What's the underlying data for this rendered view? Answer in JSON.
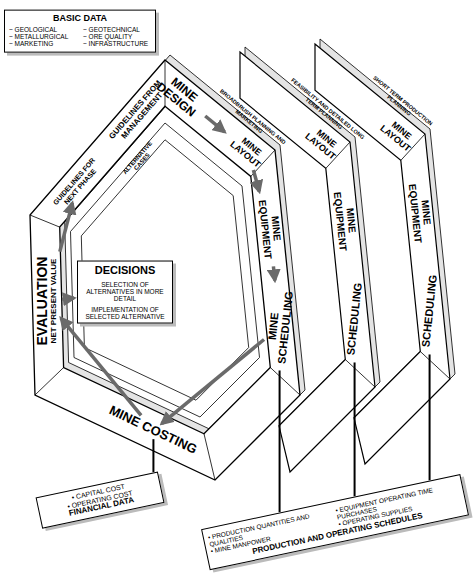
{
  "diagram": {
    "nodes": [
      {
        "text": [
          "BASIC DATA",
          "~ GEOLOGICAL",
          "~ METALLURGICAL",
          "~ MARKETING",
          "~ GEOTECHNICAL",
          "~ ORE QUALITY",
          "~ INFRASTRUCTURE"
        ]
      },
      {
        "text": [
          "GUIDELINES FROM MANAGEMENT"
        ]
      },
      {
        "text": [
          "ALTERNATIVE CASES"
        ]
      },
      {
        "text": [
          "MINE DESIGN"
        ]
      },
      {
        "text": [
          "MINE LAYOUT"
        ]
      },
      {
        "text": [
          "MINE EQUIPMENT"
        ]
      },
      {
        "text": [
          "MINE SCHEDULING"
        ]
      },
      {
        "text": [
          "MINE COSTING"
        ]
      },
      {
        "text": [
          "EVALUATION",
          "NET PRESENT VALUE"
        ]
      },
      {
        "text": [
          "DECISIONS",
          "SELECTION OF ALTERNATIVES IN MORE DETAIL",
          "IMPLEMENTATION OF SELECTED ALTERNATIVE"
        ]
      },
      {
        "text": [
          "GUIDELINES FOR NEXT PHASE"
        ]
      },
      {
        "text": [
          "MINE LAYOUT"
        ]
      },
      {
        "text": [
          "MINE EQUIPMENT"
        ]
      },
      {
        "text": [
          "SCHEDULING"
        ]
      },
      {
        "text": [
          "MINE LAYOUT"
        ]
      },
      {
        "text": [
          "MINE EQUIPMENT"
        ]
      },
      {
        "text": [
          "SCHEDULING"
        ]
      },
      {
        "text": [
          "• CAPITAL COST",
          "• OPERATING COST",
          "FINANCIAL DATA"
        ]
      },
      {
        "text": [
          "• PRODUCTION QUANTITIES AND QUALITIES",
          "• EQUIPMENT OPERATING TIME PURCHASES",
          "• MINE MANPOWER",
          "• OPERATING SUPPLIES",
          "PRODUCTION AND OPERATING SCHEDULES"
        ]
      }
    ],
    "edges": [
      {
        "from": 3,
        "to": 4,
        "arrow": "to"
      },
      {
        "from": 4,
        "to": 5,
        "arrow": "to"
      },
      {
        "from": 5,
        "to": 6,
        "arrow": "to"
      },
      {
        "from": 6,
        "to": 7,
        "arrow": "to"
      },
      {
        "from": 7,
        "to": 8,
        "arrow": "to"
      },
      {
        "from": 8,
        "to": 9,
        "arrow": "to"
      },
      {
        "from": 8,
        "to": 10,
        "arrow": "to"
      },
      {
        "from": 7,
        "to": 17,
        "arrow": "none"
      },
      {
        "from": 6,
        "to": 18,
        "arrow": "none"
      },
      {
        "from": 13,
        "to": 18,
        "arrow": "none"
      },
      {
        "from": 16,
        "to": 18,
        "arrow": "none"
      }
    ],
    "labels": [
      "BROADBRUSH PLANNING AND MARKETING",
      "FEASIBILITY AND DETAILED LONG TERM PLANNING",
      "SHORT TERM PRODUCTION PLANNING"
    ]
  }
}
